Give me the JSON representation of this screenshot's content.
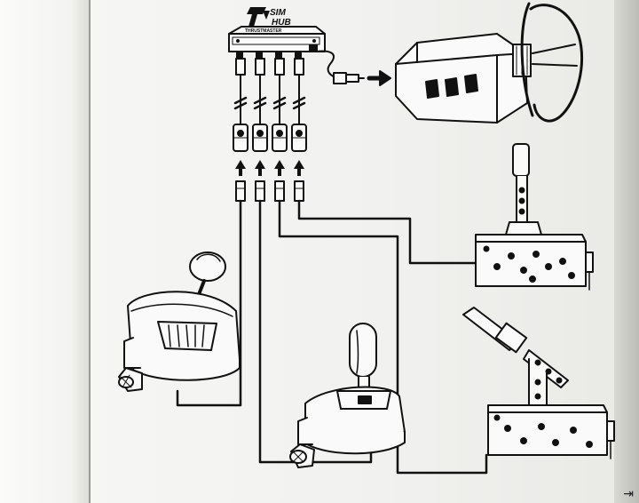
{
  "logo": {
    "brand_line1": "SIM",
    "brand_line2": "HUB",
    "device_brand": "THRUSTMASTER"
  },
  "icons": {
    "flow_arrow": "arrow-right-icon",
    "up_arrow": "arrow-up-icon",
    "page_turn": "arrow-right-end-icon"
  },
  "colors": {
    "ink": "#111111",
    "paper": "#f3f3f1"
  }
}
